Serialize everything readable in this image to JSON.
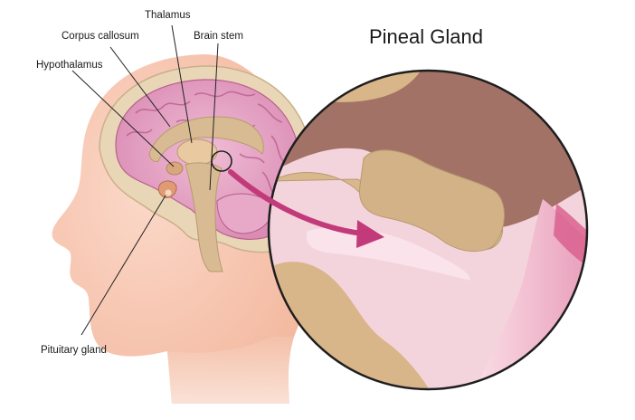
{
  "diagram": {
    "title": "Pineal Gland",
    "labels": {
      "thalamus": "Thalamus",
      "corpus_callosum": "Corpus callosum",
      "brain_stem": "Brain stem",
      "hypothalamus": "Hypothalamus",
      "pituitary_gland": "Pituitary gland"
    }
  },
  "colors": {
    "skin": "#f2b9a1",
    "skin_light": "#fbe3d8",
    "skull": "#e7d2b0",
    "brain": "#e6a3c3",
    "brain_fold": "#c96d9c",
    "brain_tissue": "#d9bb93",
    "pineal": "#d8b98e",
    "ventricle_dark": "#9e6f66",
    "highlight_pink": "#f6c4d5",
    "arrow": "#c23a7a",
    "leader": "#222222"
  }
}
